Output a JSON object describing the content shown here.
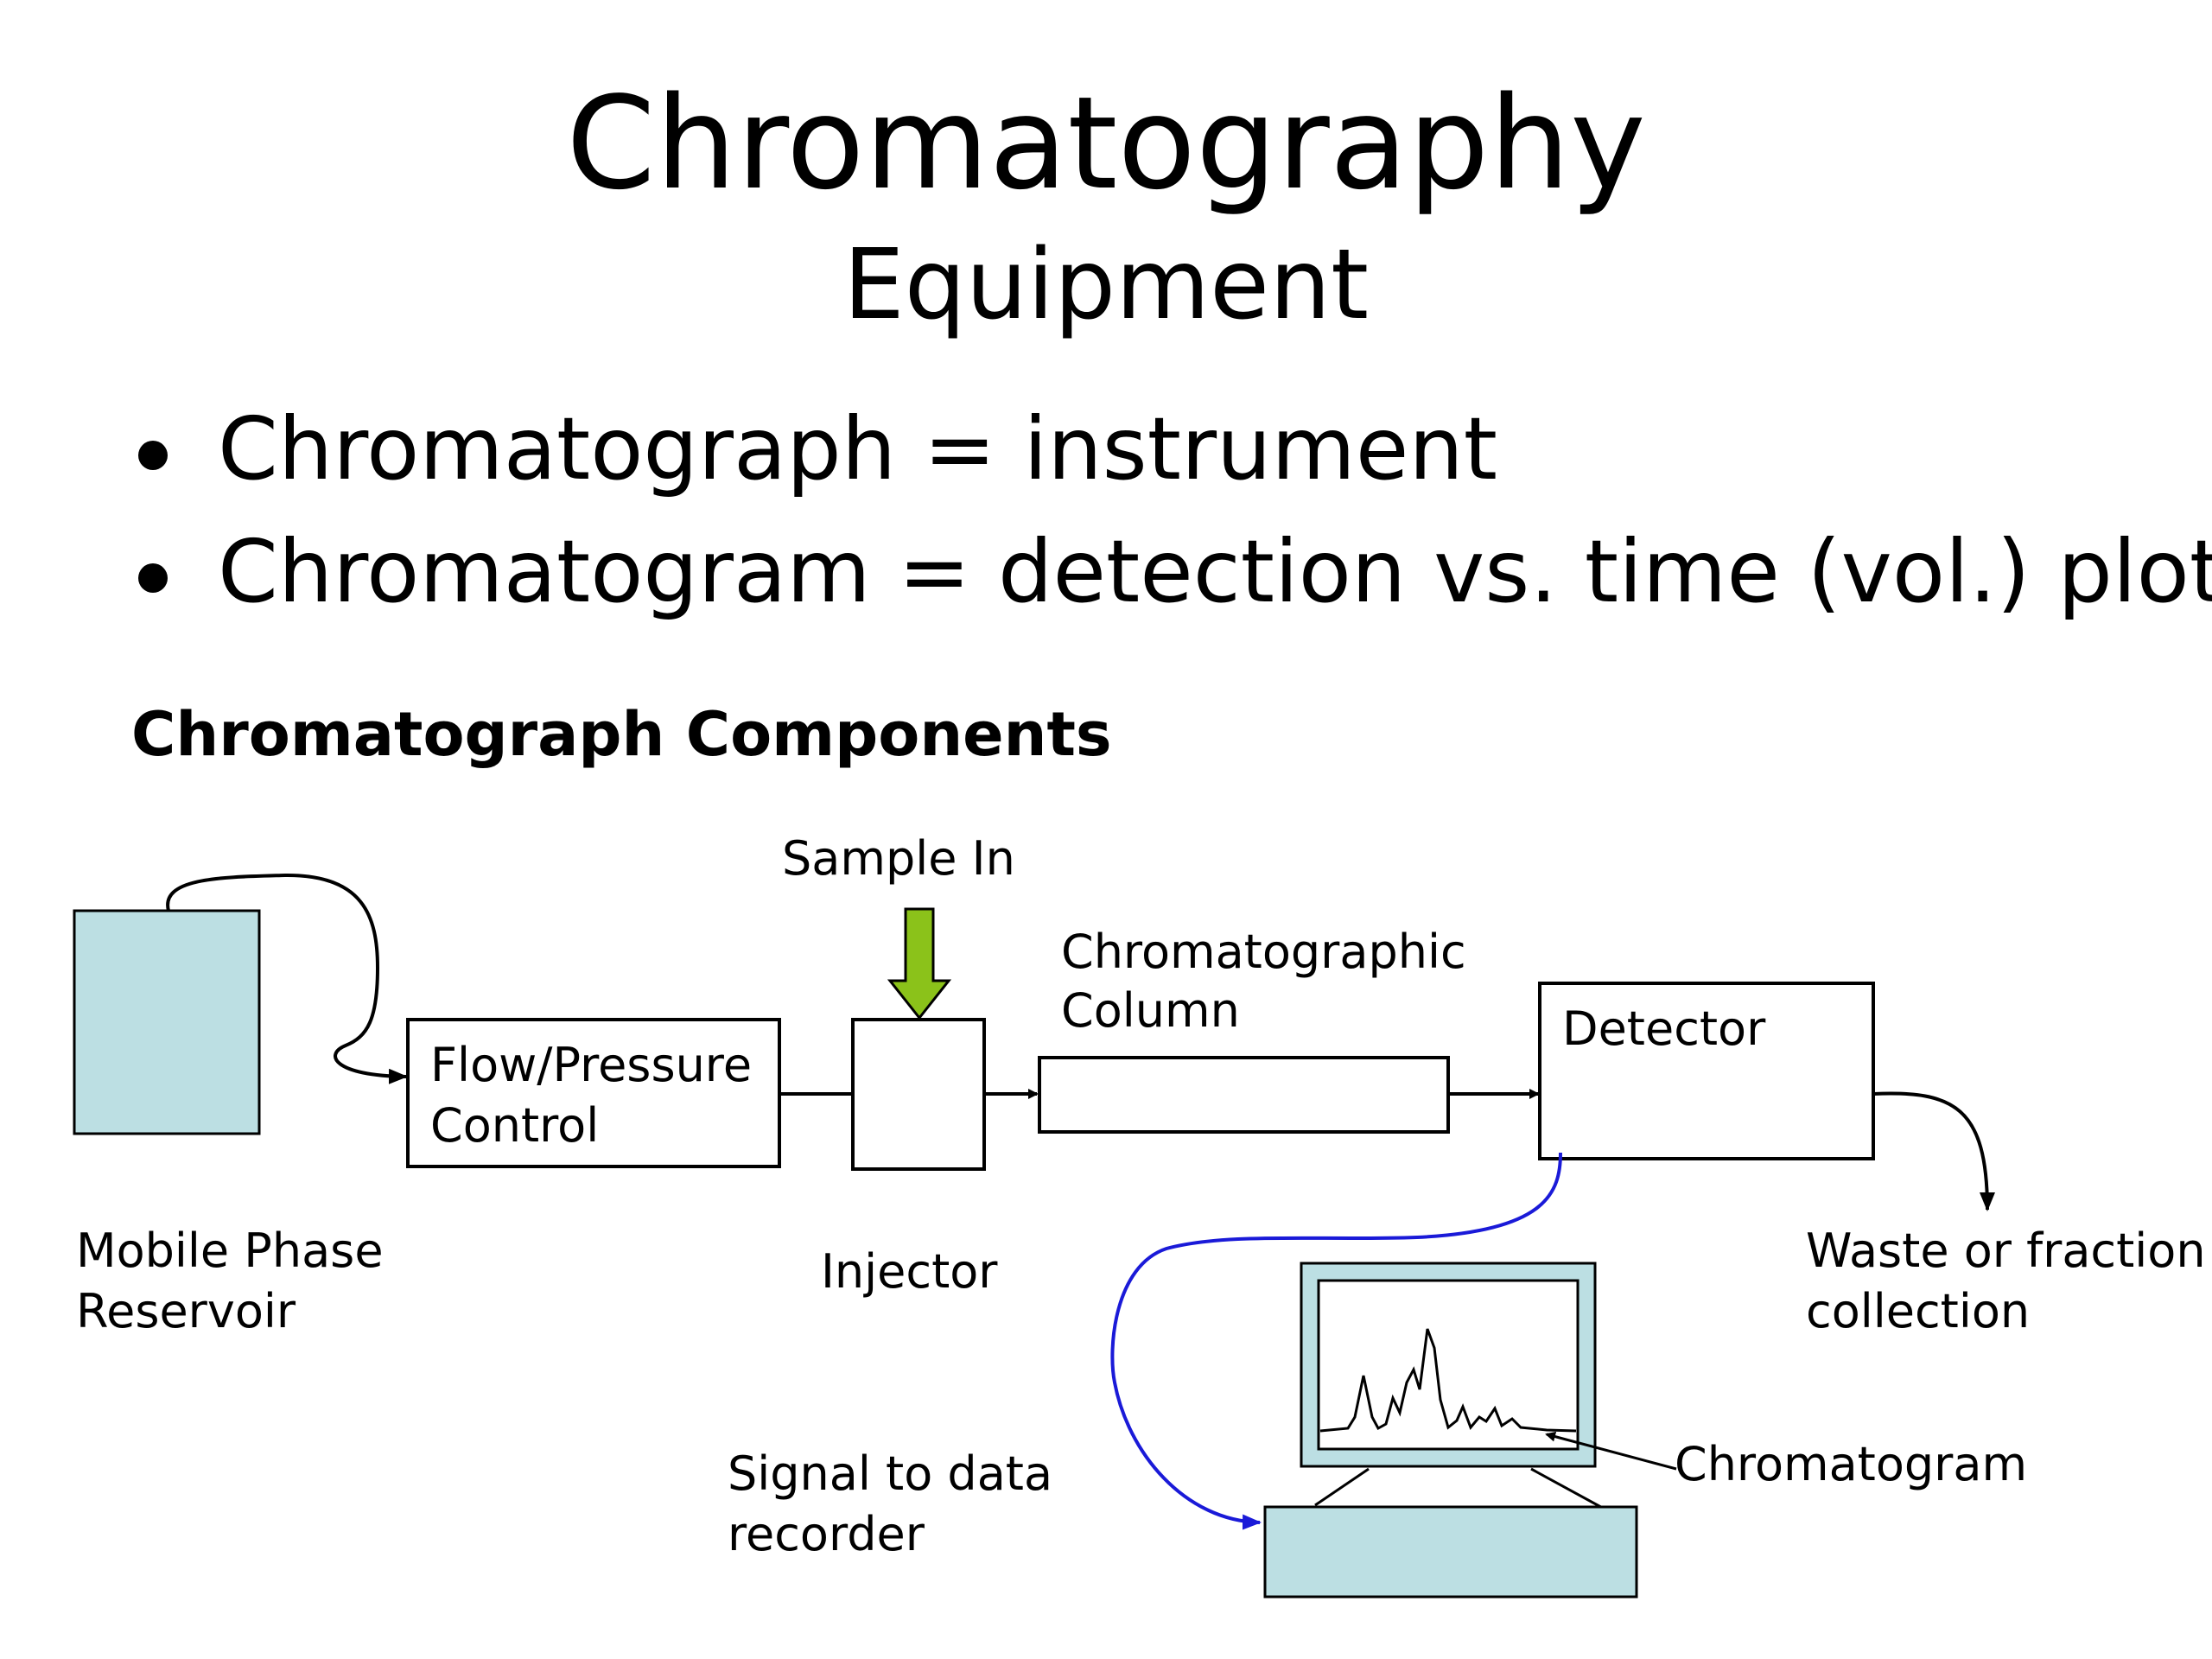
{
  "slide": {
    "title": "Chromatography",
    "subtitle": "Equipment",
    "bullets": [
      "Chromatograph = instrument",
      "Chromatogram = detection vs. time (vol.) plot"
    ],
    "section_heading": "Chromatograph Components"
  },
  "diagram": {
    "sample_in": "Sample In",
    "flow_control": [
      "Flow/Pressure",
      "Control"
    ],
    "column": [
      "Chromatographic",
      "Column"
    ],
    "detector": "Detector",
    "reservoir": [
      "Mobile Phase",
      "Reservoir"
    ],
    "injector": "Injector",
    "waste": [
      "Waste or fraction",
      "collection"
    ],
    "signal": [
      "Signal to data",
      "recorder"
    ],
    "chromatogram": "Chromatogram"
  },
  "colors": {
    "box_fill": "#bcdfe3",
    "sample_arrow": "#8bc21a",
    "signal_line": "#1a1ad8"
  }
}
